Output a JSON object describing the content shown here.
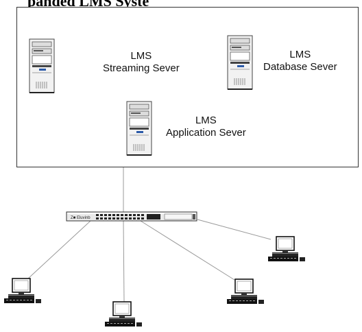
{
  "title_clip": "panded LMS Syste",
  "servers": [
    {
      "id": "streaming",
      "line1": "LMS",
      "line2": "Streaming Sever"
    },
    {
      "id": "database",
      "line1": "LMS",
      "line2": "Database Sever"
    },
    {
      "id": "application",
      "line1": "LMS",
      "line2": "Application Sever"
    }
  ],
  "switch": {
    "brand": "Z■ Eluvinb"
  },
  "colors": {
    "line": "#999999",
    "outline": "#444444",
    "server_fill": "#f2f2f2",
    "accent": "#2b5aa8"
  },
  "icons": [
    "server-tower-icon",
    "network-switch-icon",
    "desktop-computer-icon"
  ]
}
